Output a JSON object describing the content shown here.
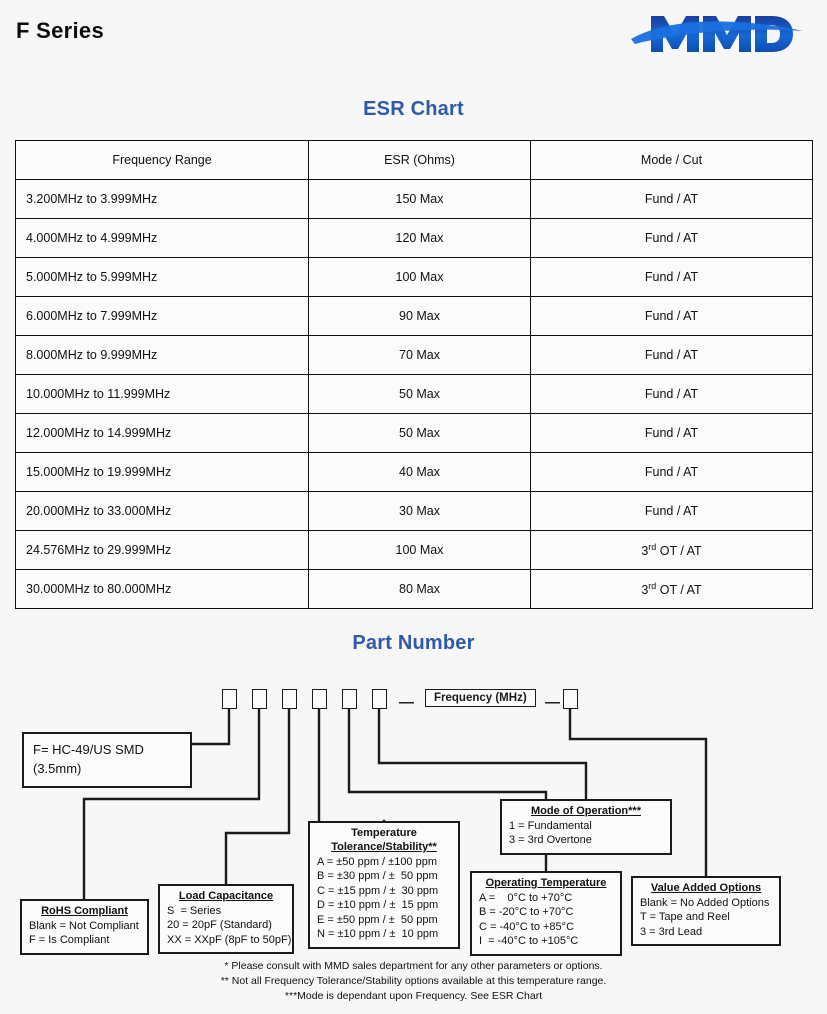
{
  "header": {
    "title": "F Series",
    "logo_text": "MMD",
    "logo_icon": "mmd-logo",
    "brand_color": "#1558c0"
  },
  "sections": {
    "esr_title": "ESR Chart",
    "part_number_title": "Part Number",
    "accent_color": "#2f5aa8"
  },
  "esr_table": {
    "columns": [
      "Frequency Range",
      "ESR (Ohms)",
      "Mode / Cut"
    ],
    "rows": [
      {
        "freq": "3.200MHz to 3.999MHz",
        "esr": "150 Max",
        "mode_num": "",
        "mode_sup": "",
        "mode_rest": "Fund / AT"
      },
      {
        "freq": "4.000MHz to 4.999MHz",
        "esr": "120 Max",
        "mode_num": "",
        "mode_sup": "",
        "mode_rest": "Fund / AT"
      },
      {
        "freq": "5.000MHz to 5.999MHz",
        "esr": "100 Max",
        "mode_num": "",
        "mode_sup": "",
        "mode_rest": "Fund / AT"
      },
      {
        "freq": "6.000MHz to 7.999MHz",
        "esr": "90 Max",
        "mode_num": "",
        "mode_sup": "",
        "mode_rest": "Fund / AT"
      },
      {
        "freq": "8.000MHz to 9.999MHz",
        "esr": "70 Max",
        "mode_num": "",
        "mode_sup": "",
        "mode_rest": "Fund / AT"
      },
      {
        "freq": "10.000MHz to 11.999MHz",
        "esr": "50 Max",
        "mode_num": "",
        "mode_sup": "",
        "mode_rest": "Fund / AT"
      },
      {
        "freq": "12.000MHz to 14.999MHz",
        "esr": "50 Max",
        "mode_num": "",
        "mode_sup": "",
        "mode_rest": "Fund / AT"
      },
      {
        "freq": "15.000MHz to 19.999MHz",
        "esr": "40 Max",
        "mode_num": "",
        "mode_sup": "",
        "mode_rest": "Fund / AT"
      },
      {
        "freq": "20.000MHz to 33.000MHz",
        "esr": "30 Max",
        "mode_num": "",
        "mode_sup": "",
        "mode_rest": "Fund / AT"
      },
      {
        "freq": "24.576MHz to 29.999MHz",
        "esr": "100 Max",
        "mode_num": "3",
        "mode_sup": "rd",
        "mode_rest": " OT / AT"
      },
      {
        "freq": "30.000MHz to 80.000MHz",
        "esr": "80 Max",
        "mode_num": "3",
        "mode_sup": "rd",
        "mode_rest": " OT / AT"
      }
    ]
  },
  "part_number": {
    "slots": [
      "",
      "",
      "",
      "",
      "",
      ""
    ],
    "dash_1": "—",
    "frequency_field": "Frequency (MHz)",
    "dash_2": "—",
    "last_slot": "",
    "boxes": {
      "package": {
        "lines": [
          "F= HC-49/US SMD",
          "(3.5mm)"
        ]
      },
      "rohs": {
        "title": "RoHS Compliant",
        "lines": [
          "Blank = Not Compliant",
          "F = Is Compliant"
        ]
      },
      "load_capacitance": {
        "title": "Load Capacitance",
        "lines": [
          "S  = Series",
          "20 = 20pF (Standard)",
          "XX = XXpF (8pF to 50pF)"
        ]
      },
      "temperature_tolerance": {
        "title_line1": "Temperature",
        "title_line2": "Tolerance/Stability**",
        "lines": [
          "A = ±50 ppm / ±100 ppm",
          "B = ±30 ppm / ±  50 ppm",
          "C = ±15 ppm / ±  30 ppm",
          "D = ±10 ppm / ±  15 ppm",
          "E = ±50 ppm / ±  50 ppm",
          "N = ±10 ppm / ±  10 ppm"
        ]
      },
      "operating_temperature": {
        "title": "Operating Temperature",
        "lines": [
          "A =    0°C to +70°C",
          "B = -20°C to +70°C",
          "C = -40°C to +85°C",
          "I  = -40°C to +105°C"
        ]
      },
      "mode_of_operation": {
        "title": "Mode of Operation***",
        "lines": [
          "1 = Fundamental",
          "3 = 3rd Overtone"
        ]
      },
      "value_added_options": {
        "title": "Value Added Options",
        "lines": [
          "Blank = No Added Options",
          "T = Tape and Reel",
          "3 = 3rd Lead"
        ]
      }
    },
    "footnotes": [
      "* Please consult with MMD sales department for any other parameters or options.",
      "** Not all Frequency Tolerance/Stability options available at this temperature range.",
      "***Mode is dependant upon Frequency. See ESR Chart"
    ]
  }
}
